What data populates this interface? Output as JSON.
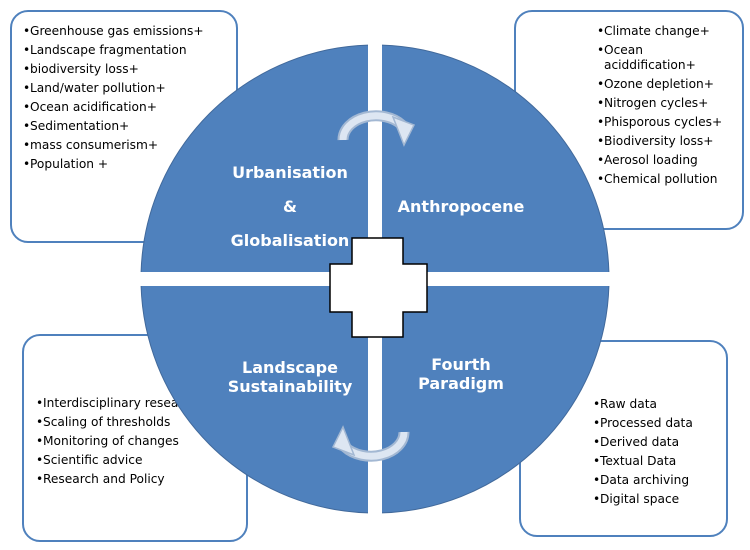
{
  "quadrants": {
    "top_left": {
      "label_lines": [
        "Urbanisation",
        "&",
        "Globalisation"
      ]
    },
    "top_right": {
      "label_lines": [
        "Anthropocene"
      ]
    },
    "bottom_left": {
      "label_lines": [
        "Landscape",
        "Sustainability"
      ]
    },
    "bottom_right": {
      "label_lines": [
        "Fourth",
        "Paradigm"
      ]
    }
  },
  "boxes": {
    "top_left": [
      "Greenhouse gas emissions+",
      "Landscape fragmentation",
      "biodiversity loss+",
      "Land/water pollution+",
      "Ocean acidification+",
      "Sedimentation+",
      "mass consumerism+",
      "Population +"
    ],
    "top_right": [
      "Climate change+",
      "Ocean aciddification+",
      "Ozone depletion+",
      "Nitrogen cycles+",
      "Phisporous cycles+",
      "Biodiversity loss+",
      "Aerosol loading",
      "Chemical pollution"
    ],
    "bottom_left": [
      "Interdisciplinary research",
      "Scaling of thresholds",
      "Monitoring of changes",
      "Scientific advice",
      "Research and Policy"
    ],
    "bottom_right": [
      "Raw data",
      "Processed data",
      "Derived data",
      "Textual Data",
      "Data archiving",
      "Digital space"
    ]
  },
  "colors": {
    "accent": "#4f81bd",
    "quadrant_fill": "#4f81bd",
    "arrow": "#c9d7ea",
    "text_on_fill": "#ffffff"
  }
}
